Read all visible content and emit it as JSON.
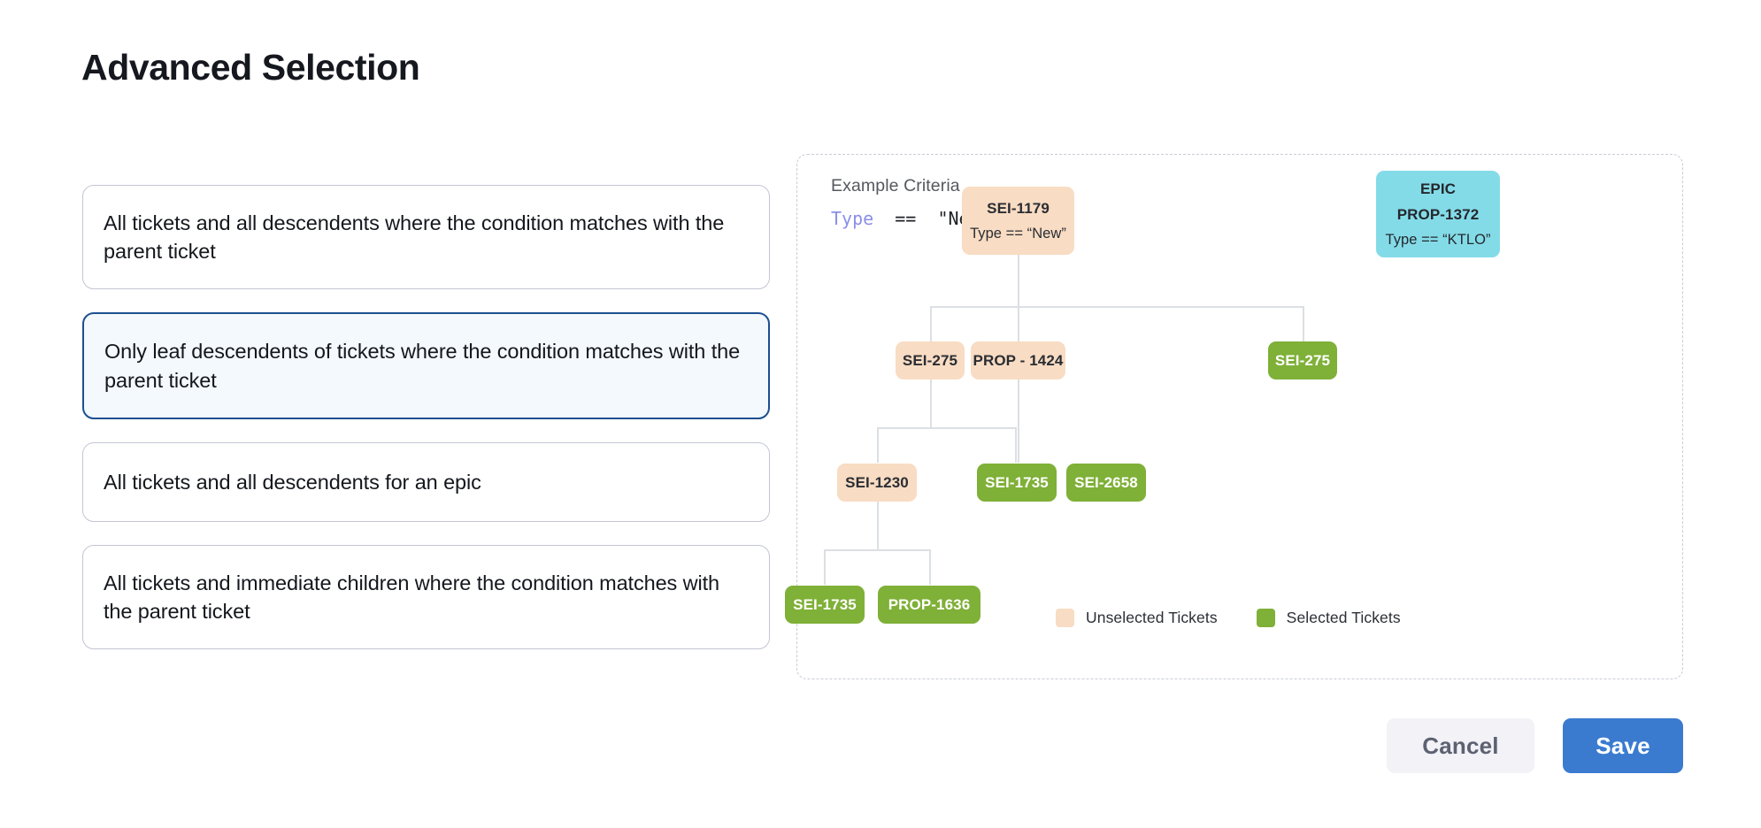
{
  "page_title": "Advanced Selection",
  "options": [
    {
      "label": "All tickets and all descendents where the condition matches with the parent ticket",
      "selected": false
    },
    {
      "label": "Only leaf descendents of tickets where the condition matches with the parent ticket",
      "selected": true
    },
    {
      "label": "All tickets and all descendents for an epic",
      "selected": false
    },
    {
      "label": "All tickets and immediate children where the condition matches with the parent ticket",
      "selected": false
    }
  ],
  "diagram": {
    "criteria_title": "Example Criteria",
    "criteria_keyword": "Type",
    "criteria_operator": "==",
    "criteria_value": "\"New\"",
    "nodes": {
      "root": {
        "title": "SEI-1179",
        "sub": "Type == “New”",
        "state": "unselected"
      },
      "epic": {
        "title": "EPIC",
        "sub2": "PROP-1372",
        "sub": "Type == “KTLO”",
        "state": "epic"
      },
      "r2a": {
        "title": "SEI-275",
        "state": "unselected"
      },
      "r2b": {
        "title": "PROP - 1424",
        "state": "unselected"
      },
      "r2c": {
        "title": "SEI-275",
        "state": "selected"
      },
      "r3a": {
        "title": "SEI-1230",
        "state": "unselected"
      },
      "r3b": {
        "title": "SEI-1735",
        "state": "selected"
      },
      "r3c": {
        "title": "SEI-2658",
        "state": "selected"
      },
      "r4a": {
        "title": "SEI-1735",
        "state": "selected"
      },
      "r4b": {
        "title": "PROP-1636",
        "state": "selected"
      }
    },
    "legend": [
      {
        "label": "Unselected Tickets",
        "color": "#f8dcc3"
      },
      {
        "label": "Selected Tickets",
        "color": "#7fb037"
      }
    ]
  },
  "footer": {
    "cancel_label": "Cancel",
    "save_label": "Save"
  },
  "colors": {
    "unselected": "#f8dcc3",
    "selected": "#7fb037",
    "epic": "#84dbe8",
    "accent": "#3a7bd0",
    "selected_border": "#1d4f91"
  }
}
